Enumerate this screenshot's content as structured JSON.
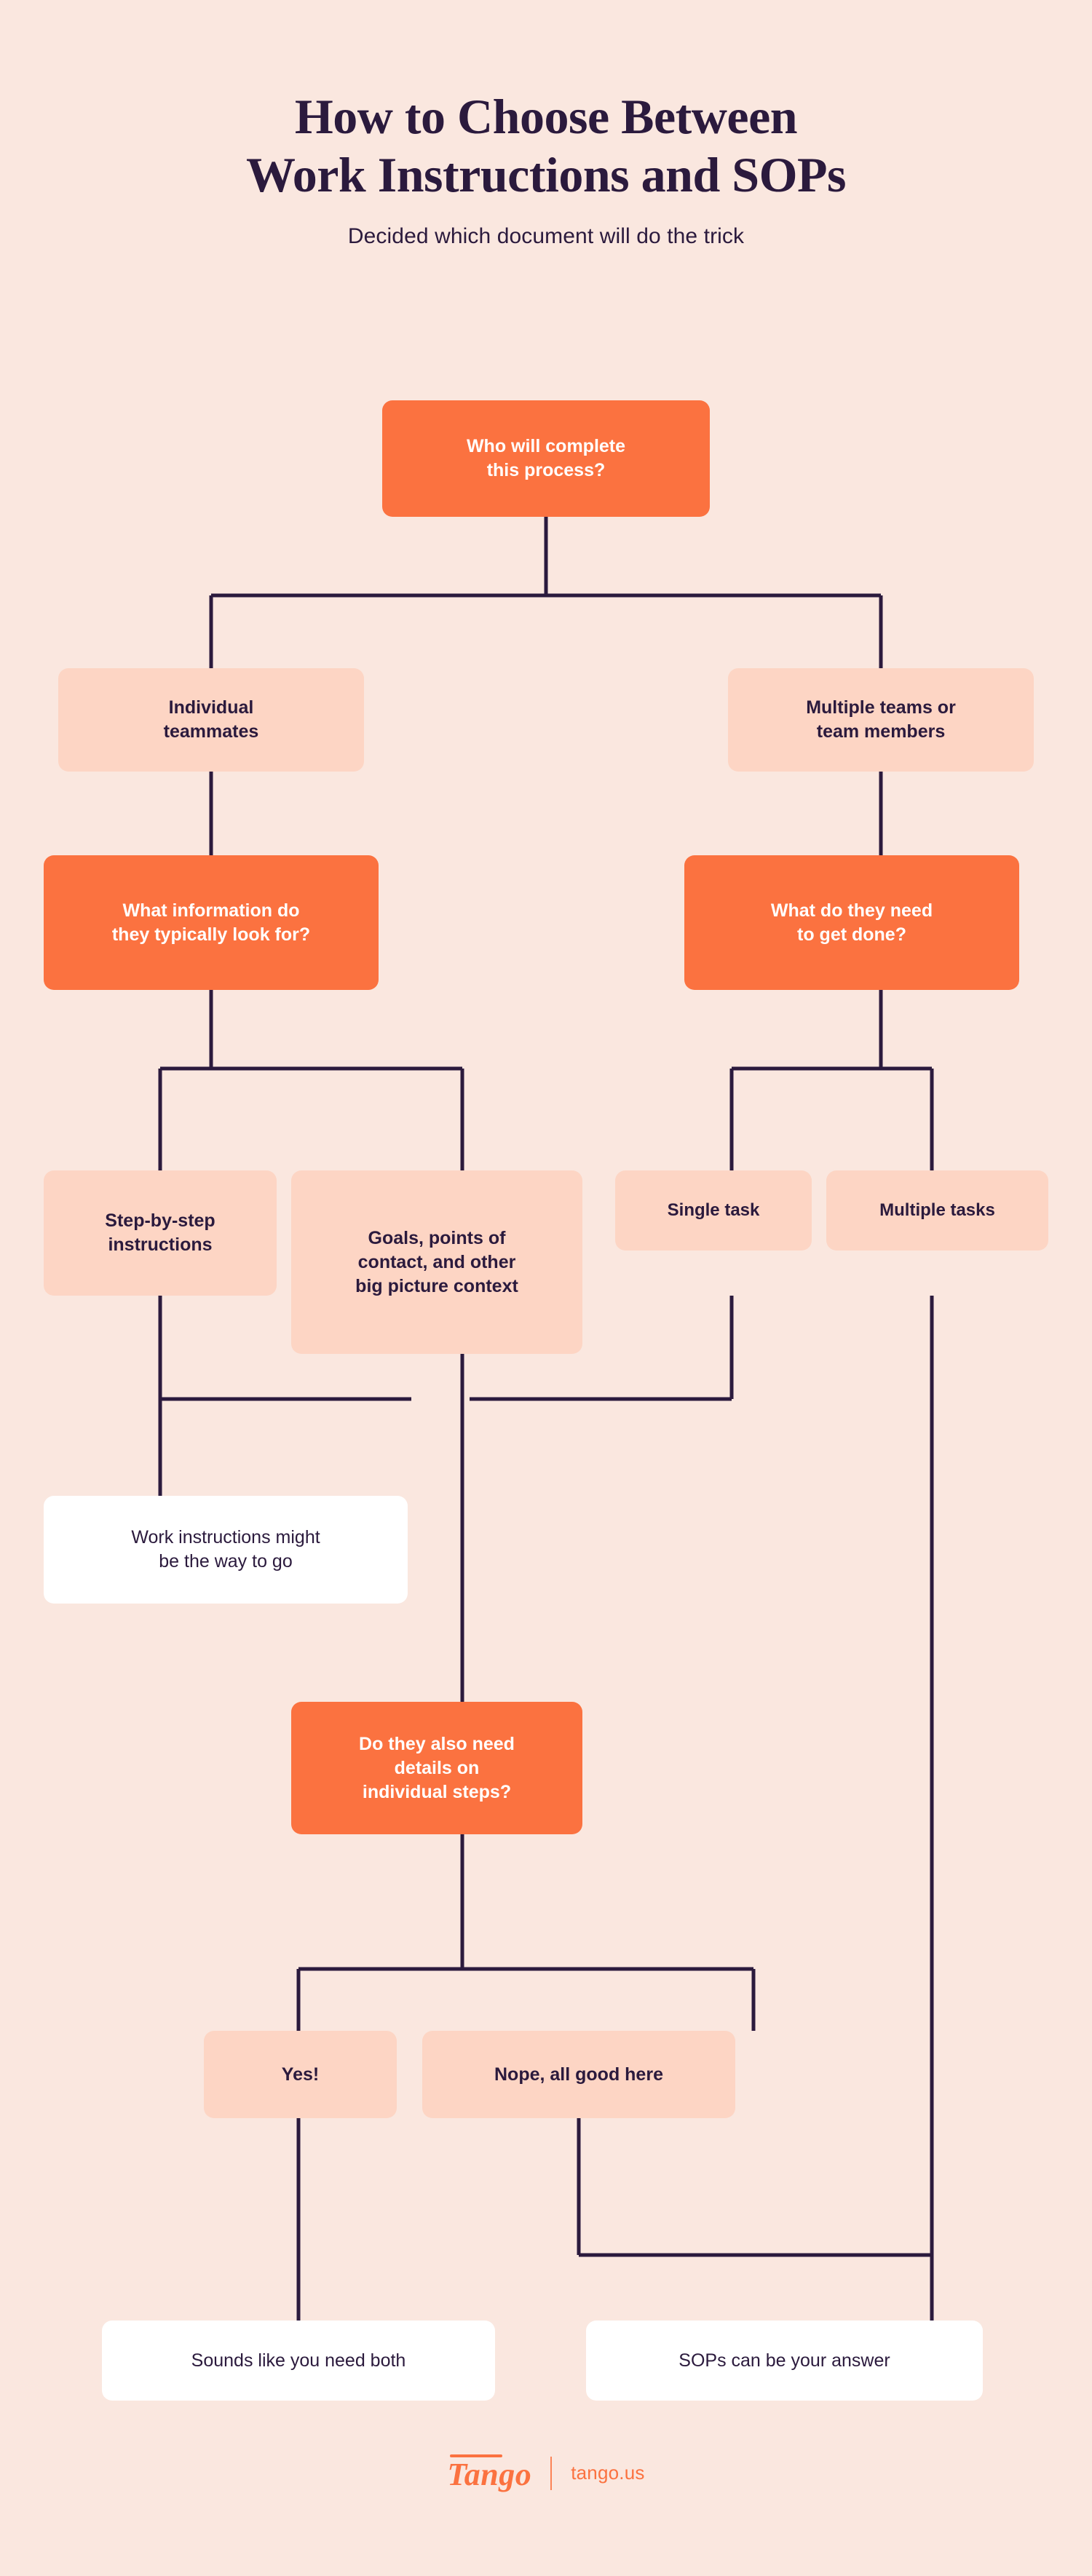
{
  "header": {
    "title_line1": "How to Choose Between",
    "title_line2": "Work Instructions and SOPs",
    "subtitle": "Decided which document will do the trick"
  },
  "colors": {
    "background": "#FAE7DF",
    "orange": "#FB7240",
    "pale_pink": "#FDD5C4",
    "white": "#FFFFFF",
    "ink": "#2B1A3D"
  },
  "flowchart": {
    "root": {
      "label": "Who will complete\nthis process?",
      "kind": "question"
    },
    "nodes": [
      {
        "id": "individual",
        "label": "Individual\nteammates",
        "kind": "answer"
      },
      {
        "id": "multiple",
        "label": "Multiple teams or\nteam members",
        "kind": "answer"
      },
      {
        "id": "what_info",
        "label": "What information do\nthey typically look for?",
        "kind": "question"
      },
      {
        "id": "what_done",
        "label": "What do they need\nto get done?",
        "kind": "question"
      },
      {
        "id": "step_by_step",
        "label": "Step-by-step\ninstructions",
        "kind": "answer"
      },
      {
        "id": "goals",
        "label": "Goals, points of\ncontact, and other\nbig picture context",
        "kind": "answer"
      },
      {
        "id": "single_task",
        "label": "Single task",
        "kind": "answer"
      },
      {
        "id": "multiple_tasks",
        "label": "Multiple tasks",
        "kind": "answer"
      },
      {
        "id": "work_instr",
        "label": "Work instructions might\nbe the way to go",
        "kind": "outcome"
      },
      {
        "id": "also_details",
        "label": "Do they also need\ndetails on\nindividual steps?",
        "kind": "question"
      },
      {
        "id": "yes",
        "label": "Yes!",
        "kind": "answer"
      },
      {
        "id": "nope",
        "label": "Nope, all good here",
        "kind": "answer"
      },
      {
        "id": "need_both",
        "label": "Sounds like you need both",
        "kind": "outcome"
      },
      {
        "id": "sops",
        "label": "SOPs can be your answer",
        "kind": "outcome"
      }
    ]
  },
  "footer": {
    "brand": "Tango",
    "url": "tango.us"
  }
}
